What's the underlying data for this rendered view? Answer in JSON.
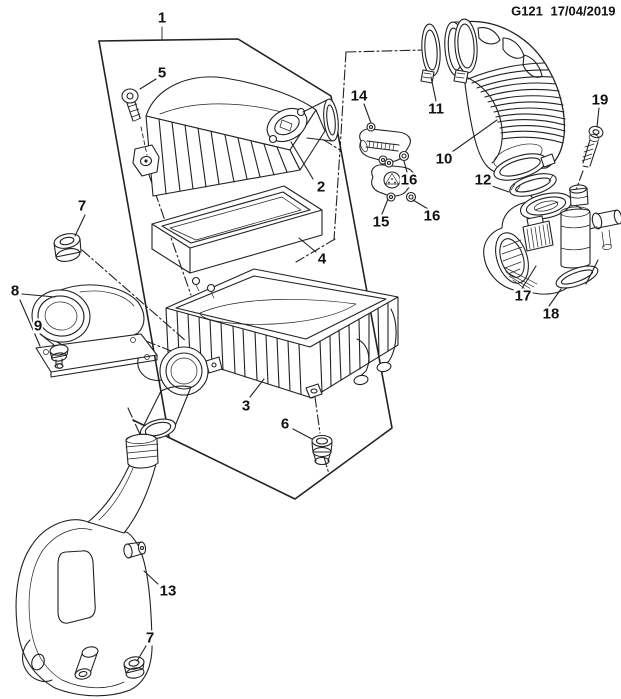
{
  "header": {
    "group_code": "G121",
    "date": "17/04/2019"
  },
  "callouts": [
    {
      "label": "1"
    },
    {
      "label": "2"
    },
    {
      "label": "3"
    },
    {
      "label": "4"
    },
    {
      "label": "5"
    },
    {
      "label": "6"
    },
    {
      "label": "7"
    },
    {
      "label": "7"
    },
    {
      "label": "8"
    },
    {
      "label": "9"
    },
    {
      "label": "10"
    },
    {
      "label": "11"
    },
    {
      "label": "12"
    },
    {
      "label": "13"
    },
    {
      "label": "14"
    },
    {
      "label": "15"
    },
    {
      "label": "16"
    },
    {
      "label": "16"
    },
    {
      "label": "17"
    },
    {
      "label": "18"
    },
    {
      "label": "19"
    }
  ]
}
